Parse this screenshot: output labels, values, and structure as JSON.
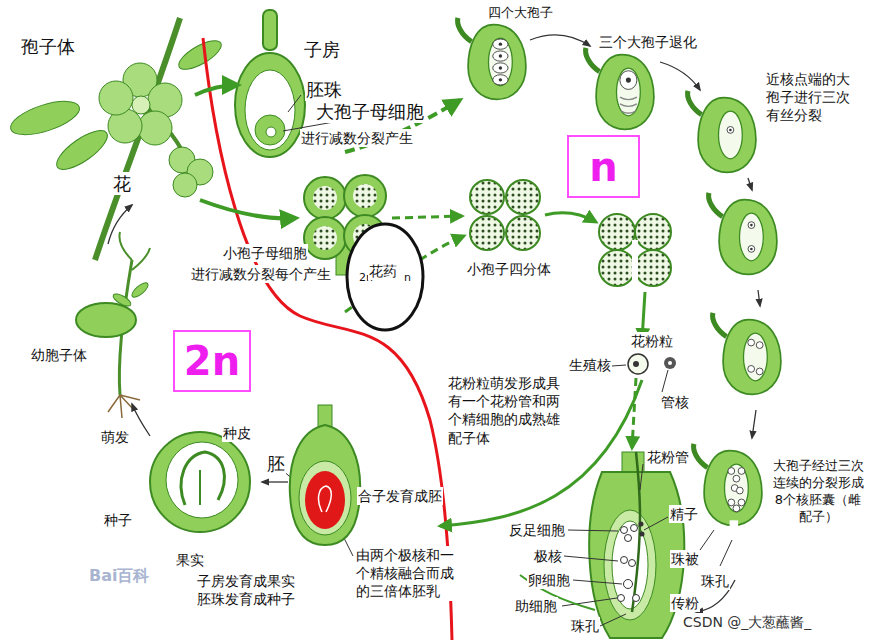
{
  "diagram": {
    "nodes": [
      {
        "text": [
          "n"
        ]
      },
      {
        "text": [
          "2n"
        ]
      },
      {
        "text": [
          "2n",
          "n"
        ]
      }
    ],
    "labels": [
      "孢子体",
      "花",
      "子房",
      "胚珠",
      "大孢子母细胞",
      "进行减数分裂产生",
      "四个大孢子",
      "三个大孢子退化",
      "近核点端的大孢子进行三次有丝分裂",
      "花药",
      "小孢子母细胞",
      "进行减数分裂每个产生",
      "小孢子四分体",
      "花粉粒",
      "生殖核",
      "花粉粒萌发形成具有一个花粉管和两个精细胞的成熟雄配子体",
      "管核",
      "花粉管",
      "精子",
      "反足细胞",
      "极核",
      "卵细胞",
      "助细胞",
      "珠孔",
      "珠被",
      "珠孔",
      "传粉",
      "大孢子经过三次连续的分裂形成8个核胚囊（雌配子）",
      "幼胞子体",
      "萌发",
      "种皮",
      "种子",
      "果实",
      "胚",
      "合子发育成胚",
      "由两个极核和一个精核融合而成的三倍体胚乳",
      "子房发育成果实 胚珠发育成种子",
      "Bai百科",
      "CSDN @_大葱蘸酱_"
    ]
  }
}
